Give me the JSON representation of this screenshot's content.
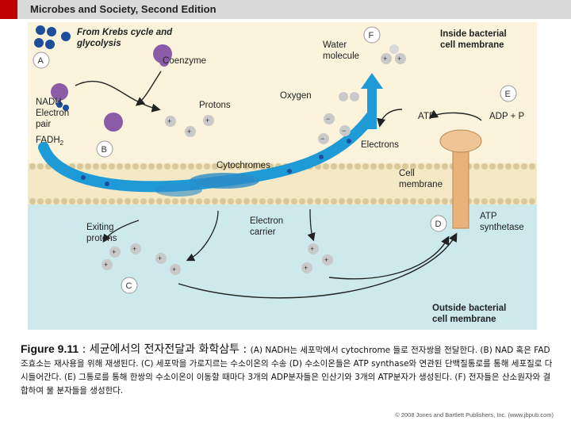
{
  "header": {
    "book_title": "Microbes and Society, Second Edition"
  },
  "diagram": {
    "label_from_krebs_line1": "From Krebs cycle and",
    "label_from_krebs_line2": "glycolysis",
    "label_coenzyme": "Coenzyme",
    "label_nadh": "NADH",
    "label_electron_pair_line1": "Electron",
    "label_electron_pair_line2": "pair",
    "label_fadh2": "FADH",
    "label_fadh2_sub": "2",
    "label_protons": "Protons",
    "label_water_line1": "Water",
    "label_water_line2": "molecule",
    "label_oxygen": "Oxygen",
    "label_inside_line1": "Inside bacterial",
    "label_inside_line2": "cell membrane",
    "label_atp": "ATP",
    "label_adp": "ADP + P",
    "label_electrons": "Electrons",
    "label_cytochromes": "Cytochromes",
    "label_cell_membrane_line1": "Cell",
    "label_cell_membrane_line2": "membrane",
    "label_exiting_line1": "Exiting",
    "label_exiting_line2": "protons",
    "label_electron_carrier_line1": "Electron",
    "label_electron_carrier_line2": "carrier",
    "label_atp_synthetase_line1": "ATP",
    "label_atp_synthetase_line2": "synthetase",
    "label_outside_line1": "Outside bacterial",
    "label_outside_line2": "cell membrane",
    "step_a": "A",
    "step_b": "B",
    "step_c": "C",
    "step_d": "D",
    "step_e": "E",
    "step_f": "F",
    "colors": {
      "inside_bg": "#fbf3dc",
      "outside_bg": "#cde9ec",
      "membrane_blue": "#1e9ad6",
      "electron_purple": "#8a5ba6",
      "electron_blue": "#1d4e9c",
      "proton_gray": "#c9c9c9",
      "atp_orange": "#e8b27a"
    }
  },
  "caption": {
    "fig_num": "Figure 9.11",
    "fig_title": " : 세균에서의 전자전달과 화학삼투 : ",
    "body": "(A) NADH는 세포막에서 cytochrome 들로 전자쌍을 전달한다. (B) NAD 혹은 FAD 조효소는 재사용을 위해 재생된다. (C) 세포막을 가로지르는 수소이온의 수송 (D) 수소이온들은 ATP synthase와 연관된 단백질통로를 통해 세포질로 다시들어간다. (E) 그통로를 통해 한쌍의 수소이온이 이동할 때마다 3개의 ADP분자들은 인산기와 3개의 ATP분자가 생성된다. (F) 전자들은 산소원자와 결합하여 물 분자들을 생성한다."
  },
  "credit": "© 2008 Jones and Bartlett Publishers, Inc. (www.jbpub.com)"
}
